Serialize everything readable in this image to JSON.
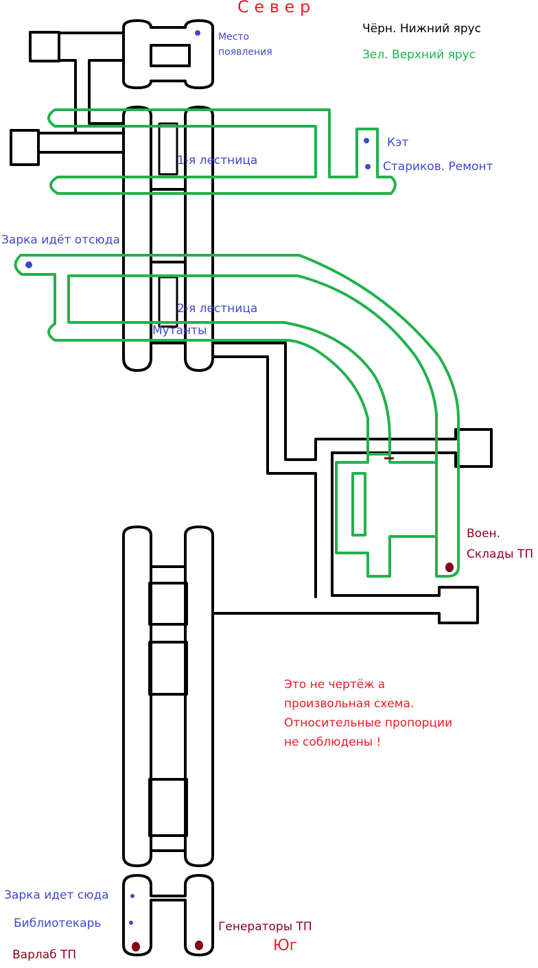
{
  "map": {
    "north": "С е в е р",
    "south": "Юг",
    "legend": {
      "lower": "Чёрн. Нижний ярус",
      "upper": "Зел. Верхний ярус"
    },
    "labels": {
      "spawn_line1": "Место",
      "spawn_line2": "появления",
      "kat": "Кэт",
      "starikov": "Стариков. Ремонт",
      "stair1": "1-я лестница",
      "zarka_from": "Зарка идёт отсюда",
      "stair2": "2-я лестница",
      "mutants": "Мутанты",
      "military_line1": "Воен.",
      "military_line2": "Склады ТП",
      "zarka_to": "Зарка идет сюда",
      "librarian": "Библиотекарь",
      "varlab": "Варлаб ТП",
      "generators": "Генераторы ТП"
    },
    "note": {
      "line1": "Это не чертёж а",
      "line2": "произвольная схема.",
      "line3": "Относительные пропорции",
      "line4": "не соблюдены !"
    },
    "colors": {
      "lower_tier": "#000000",
      "upper_tier": "#22b14c",
      "label_blue": "#3f48cc",
      "label_red": "#ed1c24",
      "label_dark_red": "#880015",
      "marker_blue": "#3f48cc",
      "marker_dark_red": "#880015"
    }
  }
}
